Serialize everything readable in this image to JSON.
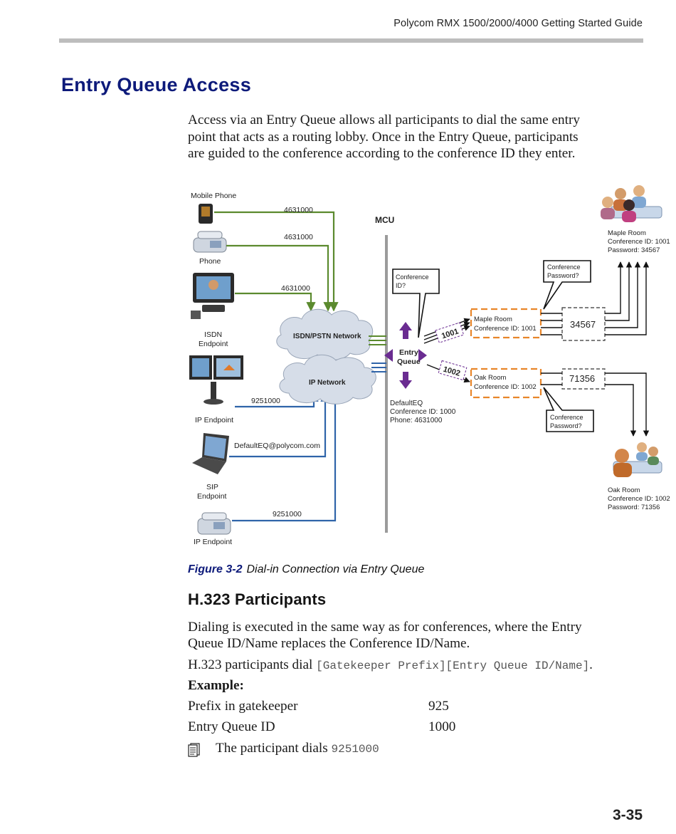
{
  "header": {
    "running_title": "Polycom RMX 1500/2000/4000 Getting Started Guide",
    "page_number": "3-35"
  },
  "section": {
    "title": "Entry Queue Access",
    "intro_lines": [
      "Access via an Entry Queue allows all participants to dial the same entry",
      "point that acts as a routing lobby. Once in the Entry Queue, participants",
      "are guided to the conference according to the conference ID they enter."
    ]
  },
  "diagram": {
    "mcu_label": "MCU",
    "endpoints": {
      "mobile_phone": "Mobile Phone",
      "phone": "Phone",
      "isdn_line1": "ISDN",
      "isdn_line2": "Endpoint",
      "ip_endpoint_1": "IP Endpoint",
      "sip_line1": "SIP",
      "sip_line2": "Endpoint",
      "ip_endpoint_2": "IP Endpoint"
    },
    "dial_numbers": {
      "mobile": "4631000",
      "phone": "4631000",
      "isdn": "4631000",
      "ip1": "9251000",
      "sip": "DefaultEQ@polycom.com",
      "ip2": "9251000"
    },
    "networks": {
      "isdn": "ISDN/PSTN Network",
      "ip": "IP Network"
    },
    "entry_queue": {
      "line1": "Entry",
      "line2": "Queue",
      "info_lines": [
        "DefaultEQ",
        "Conference ID: 1000",
        "Phone: 4631000"
      ]
    },
    "callouts": {
      "conference_id": [
        "Conference",
        "ID?"
      ],
      "password_top": [
        "Conference",
        "Password?"
      ],
      "password_bottom": [
        "Conference",
        "Password?"
      ]
    },
    "entered_ids": {
      "maple": "1001",
      "oak": "1002"
    },
    "rooms": {
      "maple_box": [
        "Maple Room",
        "Conference ID: 1001"
      ],
      "oak_box": [
        "Oak Room",
        "Conference ID: 1002"
      ],
      "maple_password_box": "34567",
      "oak_password_box": "71356",
      "maple_info": [
        "Maple Room",
        "Conference ID: 1001",
        "Password: 34567"
      ],
      "oak_info": [
        "Oak Room",
        "Conference ID: 1002",
        "Password: 71356"
      ]
    },
    "colors": {
      "isdn_line": "#5b8a2e",
      "ip_line": "#2f64a9",
      "entry_queue": "#6a2c91",
      "room_box": "#e8862a",
      "mcu_line": "#9b9b9b"
    }
  },
  "figure": {
    "number": "Figure 3-2",
    "caption": "Dial-in Connection via Entry Queue"
  },
  "h323": {
    "heading": "H.323 Participants",
    "para_lines": [
      "Dialing is executed in the same way as for conferences, where the Entry",
      "Queue ID/Name replaces the Conference ID/Name."
    ],
    "dial_prefix": "H.323 participants dial ",
    "dial_code": "[Gatekeeper Prefix][Entry Queue ID/Name]",
    "dial_suffix": ".",
    "example_label": "Example:",
    "rows": [
      {
        "key": "Prefix in gatekeeper",
        "value": "925"
      },
      {
        "key": "Entry Queue ID",
        "value": "1000"
      }
    ],
    "note_prefix": "The participant dials ",
    "note_code": "9251000"
  }
}
